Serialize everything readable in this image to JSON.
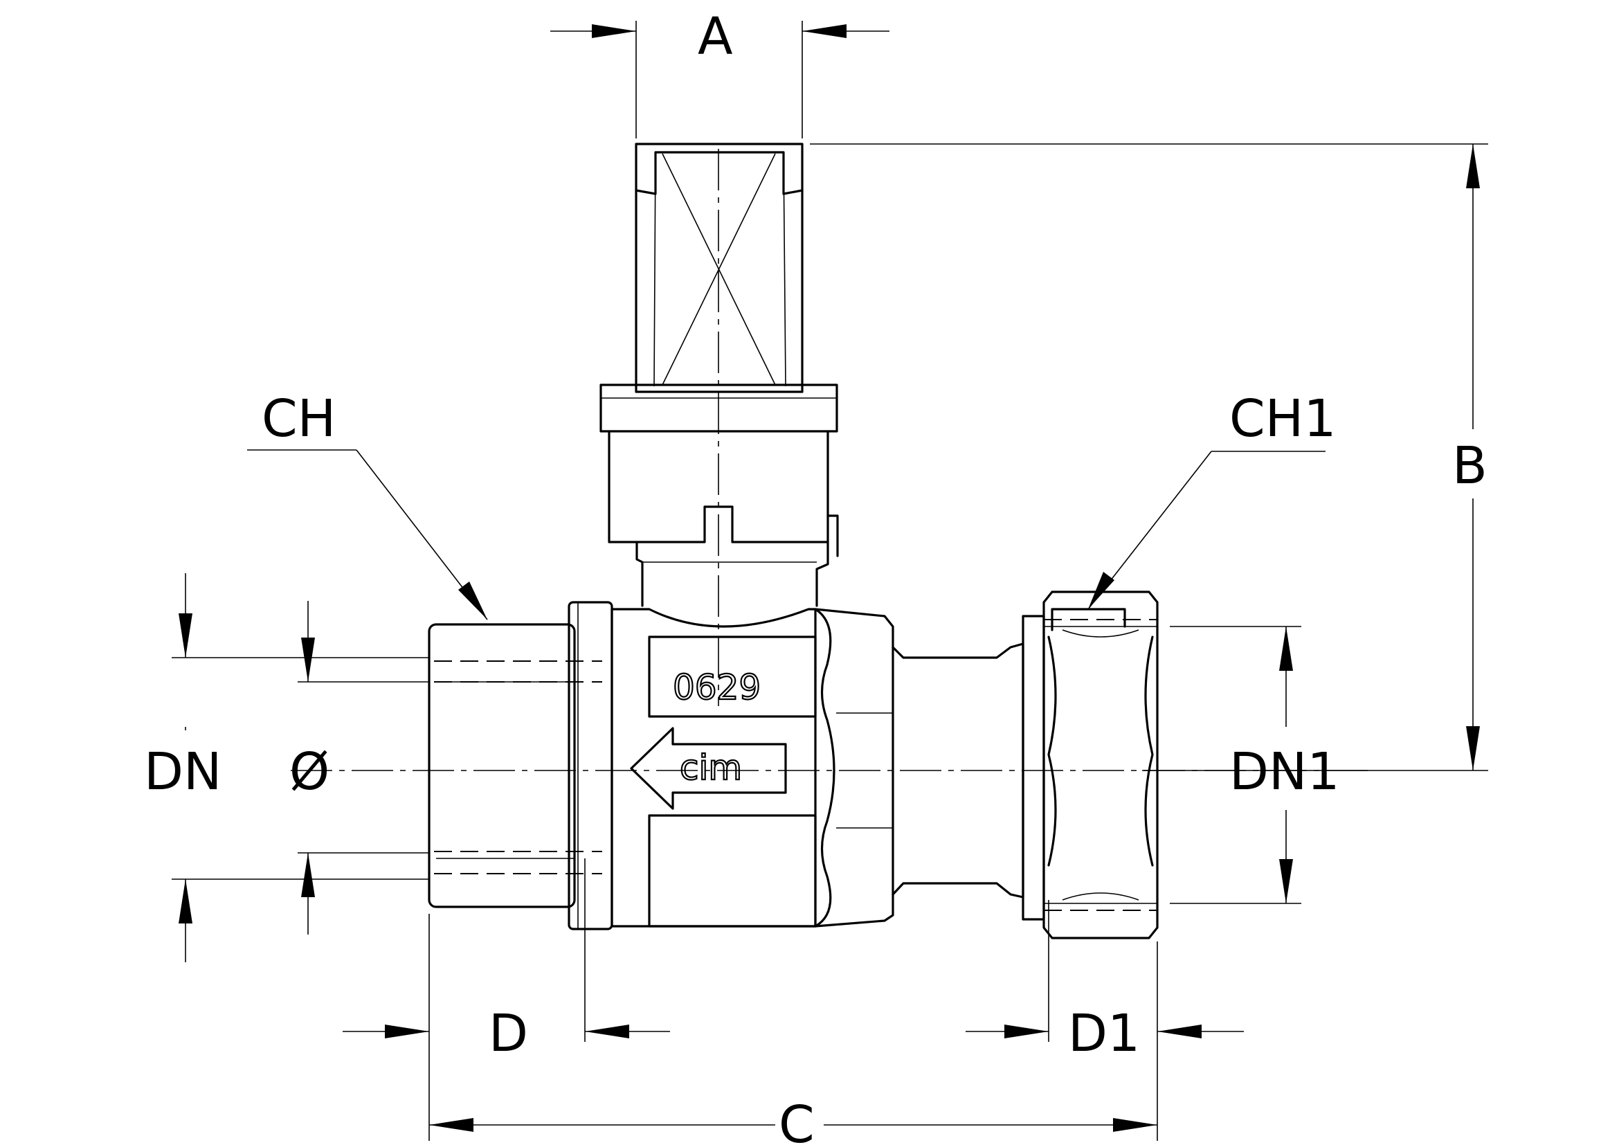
{
  "labels": {
    "A": "A",
    "B": "B",
    "C": "C",
    "D": "D",
    "D1": "D1",
    "DN": "DN",
    "DN1": "DN1",
    "dia": "Ø",
    "CH": "CH",
    "CH1": "CH1"
  },
  "body_marking": {
    "code": "0629",
    "brand": "cim"
  }
}
